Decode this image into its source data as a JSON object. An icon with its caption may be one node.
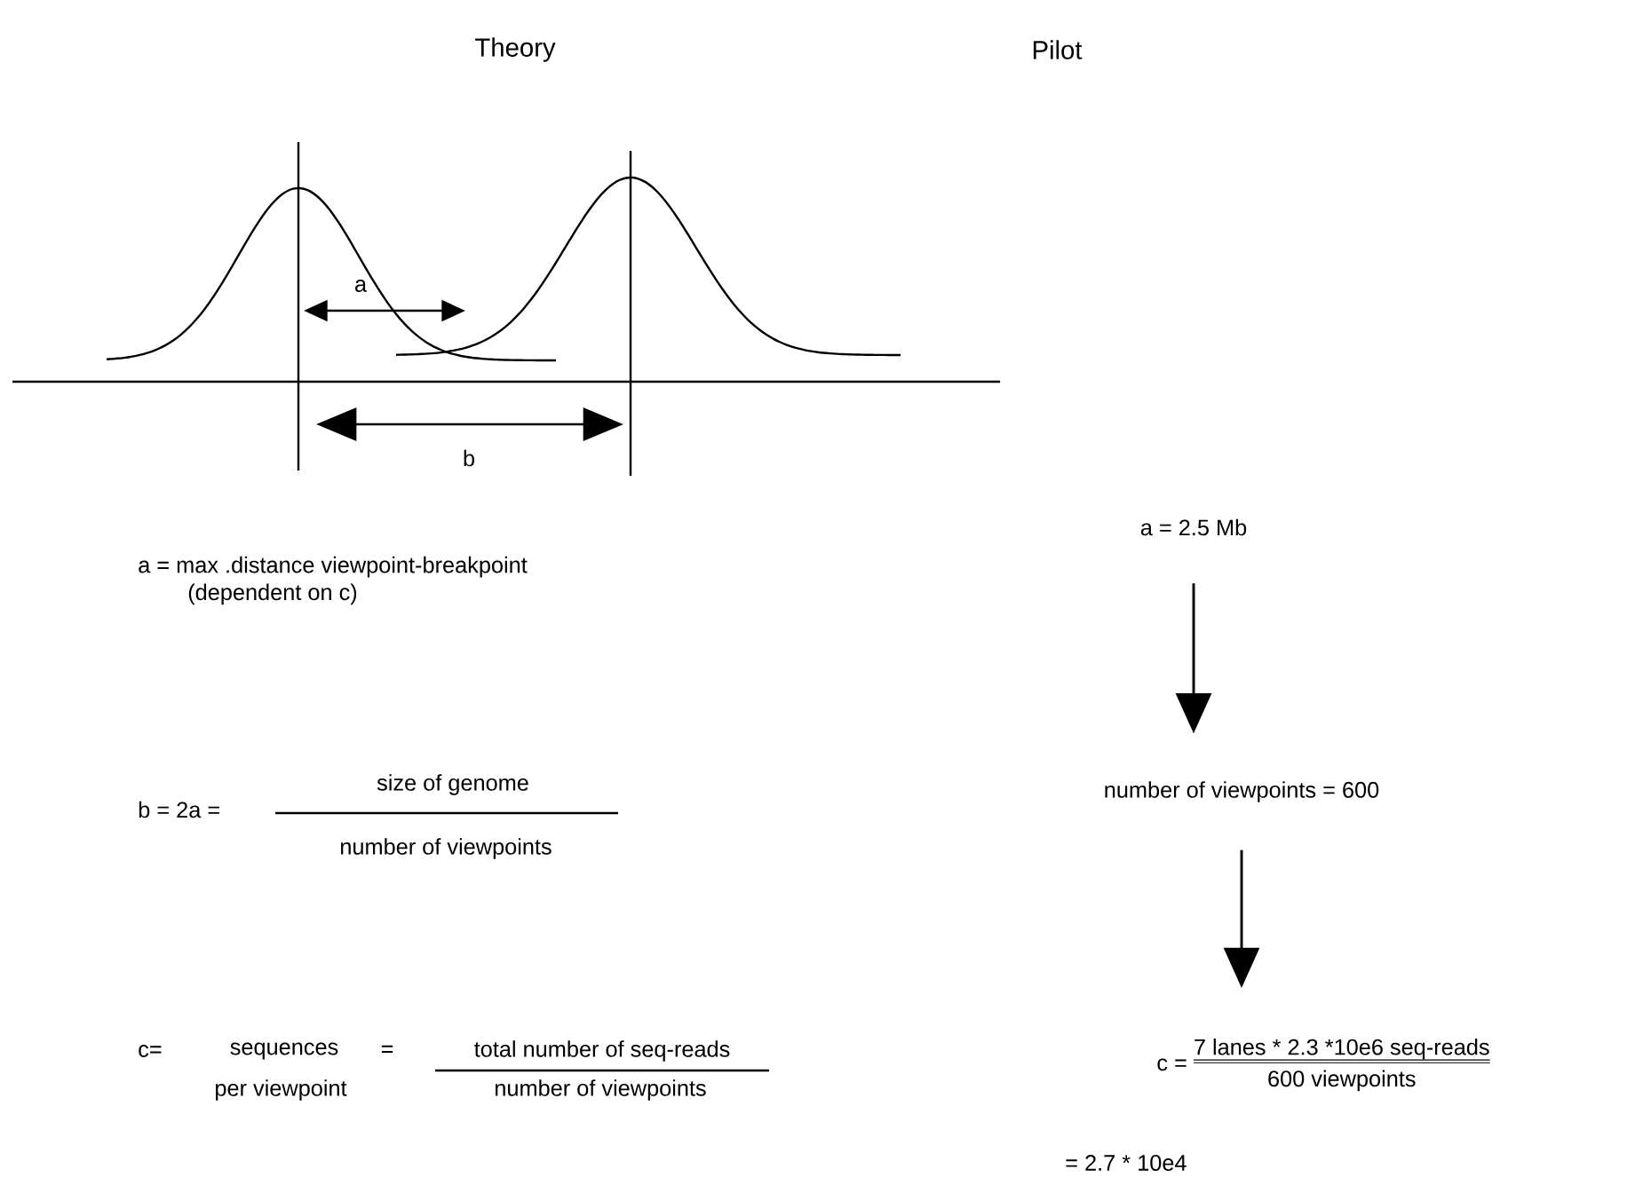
{
  "diagram": {
    "nodes": [
      {
        "text": [
          "a = 2.5 Mb"
        ]
      },
      {
        "text": [
          "number of viewpoints = 600"
        ]
      },
      {
        "text": [
          "c =",
          "7 lanes * 2.3 *10e6 seq-reads",
          "600 viewpoints"
        ]
      }
    ],
    "edges": [
      {
        "from": 0,
        "to": 1,
        "arrow": "to"
      },
      {
        "from": 1,
        "to": 2,
        "arrow": "to"
      }
    ],
    "labels": [
      "Theory",
      "Pilot",
      "a",
      "b",
      "a = max .distance viewpoint-breakpoint (dependent on c)",
      "b = 2a =",
      "size of genome",
      "number of viewpoints",
      "c=",
      "sequences",
      "per viewpoint",
      "=",
      "total number of seq-reads",
      "number of viewpoints",
      "= 2.7 * 10e4"
    ]
  }
}
